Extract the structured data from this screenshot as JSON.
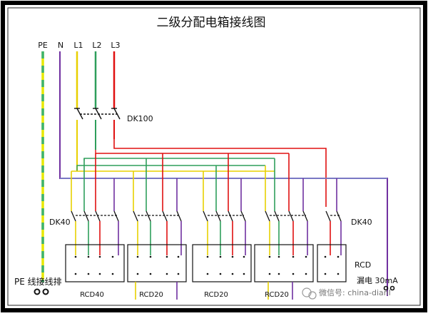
{
  "title": "二级分配电箱接线图",
  "bus_labels": {
    "pe": "PE",
    "n": "N",
    "l1": "L1",
    "l2": "L2",
    "l3": "L3"
  },
  "main_switch": {
    "label": "DK100"
  },
  "branch_switch_labels": {
    "left": "DK40",
    "right": "DK40"
  },
  "rcd_units": [
    {
      "label": "RCD40"
    },
    {
      "label": "RCD20"
    },
    {
      "label": "RCD20"
    },
    {
      "label": "RCD20"
    },
    {
      "label": "RCD"
    }
  ],
  "pe_busbar_label": "PE 线接线排",
  "leakage_label": "漏电 30mA",
  "watermark": "微信号: china-dianl",
  "colors": {
    "pe_yellow": "#e8e800",
    "pe_green": "#3cb371",
    "n": "#7030a0",
    "l1": "#e8d000",
    "l2": "#2e9e5b",
    "l3": "#e01010",
    "n_blue": "#7d8fd0",
    "frame": "#000000"
  }
}
